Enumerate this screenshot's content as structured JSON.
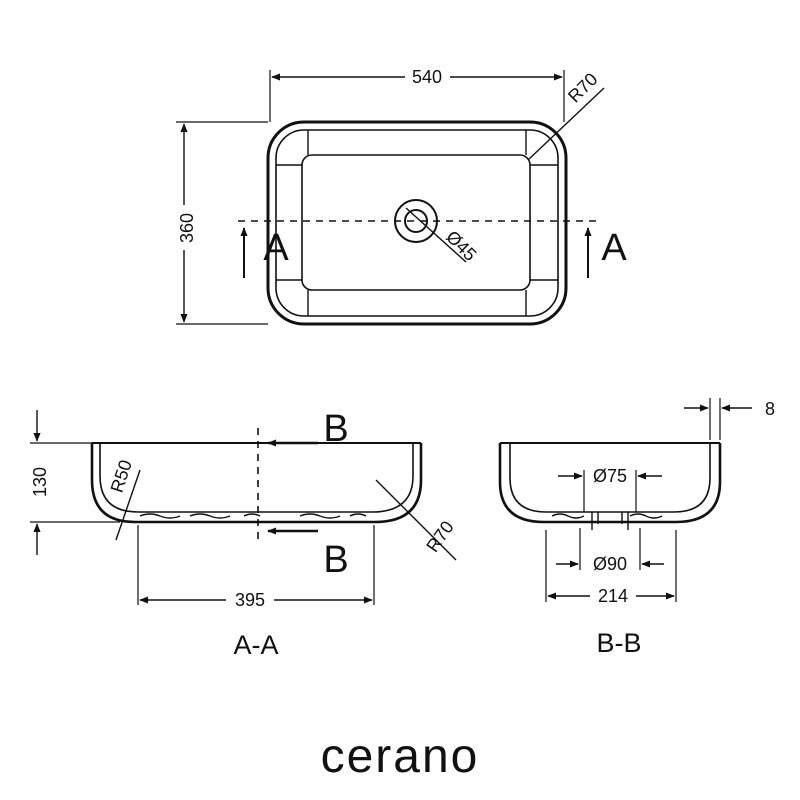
{
  "top_view": {
    "width_label": "540",
    "height_label": "360",
    "corner_radius_label": "R70",
    "drain_label": "Ø45",
    "section_letter_left": "A",
    "section_letter_right": "A"
  },
  "section_aa": {
    "height_label": "130",
    "inner_radius_label": "R50",
    "outer_radius_label": "R70",
    "bottom_width_label": "395",
    "cut_letter_top": "B",
    "cut_letter_bottom": "B",
    "title": "A-A"
  },
  "section_bb": {
    "wall_label": "8",
    "drain_inner_label": "Ø75",
    "drain_outer_label": "Ø90",
    "bottom_width_label": "214",
    "title": "B-B"
  },
  "brand": {
    "logo_text": "cerano"
  },
  "colors": {
    "line": "#111111",
    "background": "#ffffff"
  }
}
